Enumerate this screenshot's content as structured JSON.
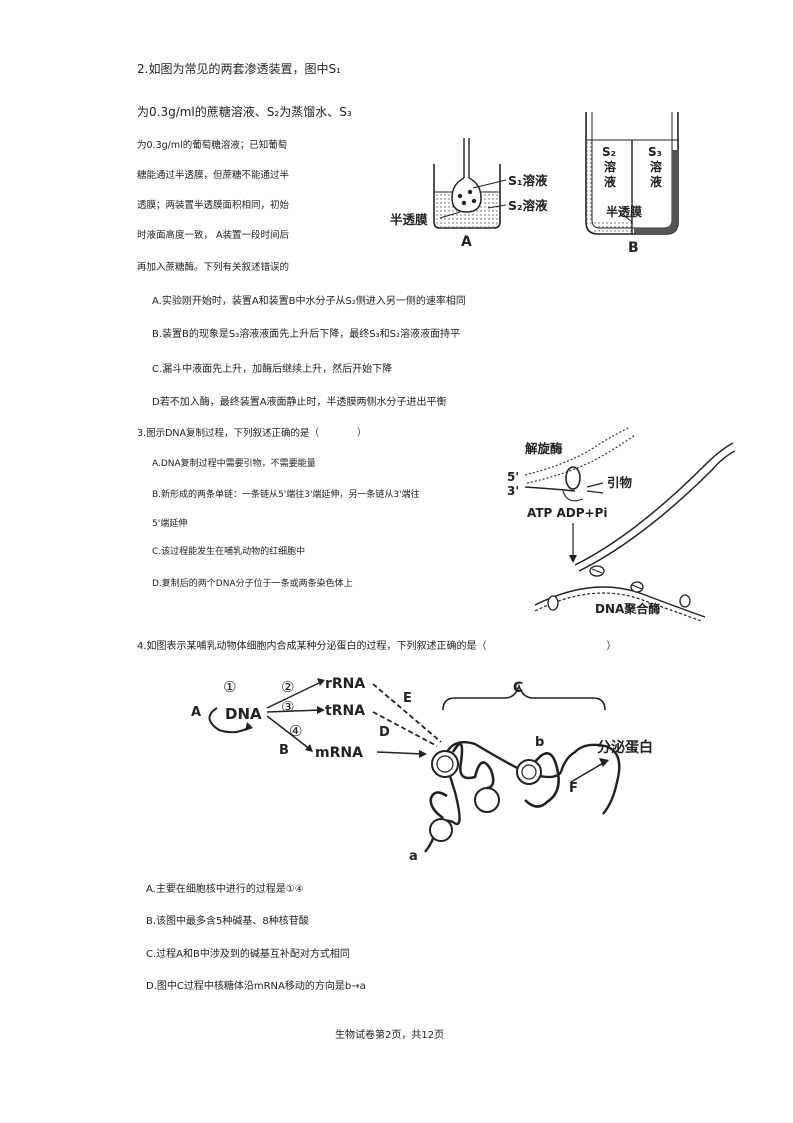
{
  "q2": {
    "lines": [
      "2.如图为常见的两套渗透装置，图中S₁",
      "为0.3g/ml的蔗糖溶液、S₂为蒸馏水、S₃",
      "为0.3g/ml的葡萄糖溶液；已知葡萄",
      "糖能通过半透膜，但蔗糖不能通过半",
      "透膜；两装置半透膜面积相同，初始",
      "时液面高度一致， A装置一段时间后",
      "再加入蔗糖酶。下列有关叙述错误的"
    ],
    "options": [
      "A.实验刚开始时，装置A和装置B中水分子从S₂侧进入另一侧的速率相同",
      "B.装置B的现象是S₃溶液液面先上升后下降，最终S₃和S₂溶液液面持平",
      "C.漏斗中液面先上升，加酶后继续上升，然后开始下降",
      "D若不加入酶，最终装置A液面静止时，半透膜两侧水分子进出平衡"
    ],
    "figA": {
      "s1": "S₁溶液",
      "s2": "S₂溶液",
      "membrane": "半透膜",
      "label": "A"
    },
    "figB": {
      "s2a": "S₂",
      "s2b": "溶",
      "s2c": "液",
      "s3a": "S₃",
      "s3b": "溶",
      "s3c": "液",
      "membrane": "半透膜",
      "label": "B"
    }
  },
  "q3": {
    "stem": "3.图示DNA复制过程，下列叙述正确的是（　　　　）",
    "options": [
      "A.DNA复制过程中需要引物，不需要能量",
      "B.新形成的两条单链：一条链从5'端往3'端延伸，另一条链从3'端往",
      "5'端延伸",
      "C.该过程能发生在哺乳动物的红细胞中",
      "D.复制后的两个DNA分子位于一条或两条染色体上"
    ],
    "fig": {
      "helicase": "解旋酶",
      "primer": "引物",
      "end5": "5'",
      "end3": "3'",
      "atp": "ATP ADP+Pi",
      "polymerase": "DNA聚合酶"
    }
  },
  "q4": {
    "stem": "4.如图表示某哺乳动物体细胞内合成某种分泌蛋白的过程，下列叙述正确的是（　　　　　　　　　　　　）",
    "options": [
      "A.主要在细胞核中进行的过程是①④",
      "B.该图中最多含5种碱基、8种核苷酸",
      "C.过程A和B中涉及到的碱基互补配对方式相同",
      "D.图中C过程中核糖体沿mRNA移动的方向是b→a"
    ],
    "fig": {
      "a": "A",
      "dna": "DNA",
      "c1": "①",
      "c2": "②",
      "c3": "③",
      "c4": "④",
      "b": "B",
      "rrna": "rRNA",
      "trna": "tRNA",
      "mrna": "mRNA",
      "e": "E",
      "d": "D",
      "c": "C",
      "f": "F",
      "sb": "b",
      "sa": "a",
      "protein": "分泌蛋白"
    }
  },
  "footer": "生物试卷第2页，共12页"
}
